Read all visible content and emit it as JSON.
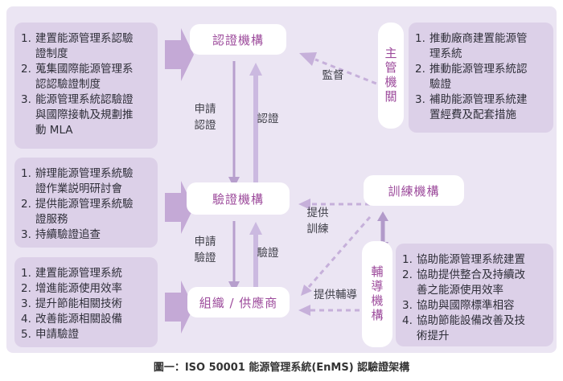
{
  "caption": "圖一：ISO 50001 能源管理系統(EnMS) 認驗證架構",
  "colors": {
    "diagram_background": "#ebe5f3",
    "list_box_fill": "#dcd0e8",
    "node_fill": "#ffffff",
    "node_text": "#9c4a9b",
    "block_arrow": "#c4a9d6",
    "solid_arrow_dark": "#b79fcd",
    "solid_arrow_light": "#cbb9e0",
    "dashed_arrow": "#c6b0da",
    "body_text": "#2e2e38"
  },
  "left_boxes": [
    {
      "items": [
        {
          "n": "1.",
          "t": "建置能源管理系認驗證制度"
        },
        {
          "n": "2.",
          "t": "蒐集國際能源管理系認認驗證制度"
        },
        {
          "n": "3.",
          "t": "能源管理系統認驗證與國際接軌及規劃推動 MLA"
        }
      ]
    },
    {
      "items": [
        {
          "n": "1.",
          "t": "辦理能源管理系統驗證作業説明研討會"
        },
        {
          "n": "2.",
          "t": "提供能源管理系統驗證服務"
        },
        {
          "n": "3.",
          "t": "持續驗證追查"
        }
      ]
    },
    {
      "items": [
        {
          "n": "1.",
          "t": "建置能源管理系統"
        },
        {
          "n": "2.",
          "t": "增進能源使用效率"
        },
        {
          "n": "3.",
          "t": "提升節能相關技術"
        },
        {
          "n": "4.",
          "t": "改善能源相關設備"
        },
        {
          "n": "5.",
          "t": "申請驗證"
        }
      ]
    }
  ],
  "right_boxes": [
    {
      "items": [
        {
          "n": "1.",
          "t": "推動廠商建置能源管理系統"
        },
        {
          "n": "2.",
          "t": "推動能源管理系統認驗證"
        },
        {
          "n": "3.",
          "t": "補助能源管理系統建置經費及配套措施"
        }
      ]
    },
    {
      "items": [
        {
          "n": "1.",
          "t": "協助能源管理系統建置"
        },
        {
          "n": "2.",
          "t": "協助提供整合及持續改善之能源使用效率"
        },
        {
          "n": "3.",
          "t": "協助與國際標準相容"
        },
        {
          "n": "4.",
          "t": "協助節能設備改善及技術提升"
        }
      ]
    }
  ],
  "nodes": {
    "accreditation_body": "認證機構",
    "certification_body": "驗證機構",
    "organization_supplier": "組織 / 供應商",
    "competent_authority": "主管機關",
    "training_institution": "訓練機構",
    "counseling_institution": "輔導機構"
  },
  "edge_labels": {
    "supervise": "監督",
    "apply_accreditation": "申請\n認證",
    "accredit": "認證",
    "apply_certification": "申請\n驗證",
    "certify": "驗證",
    "provide_training": "提供\n訓練",
    "provide_counseling": "提供輔導"
  }
}
